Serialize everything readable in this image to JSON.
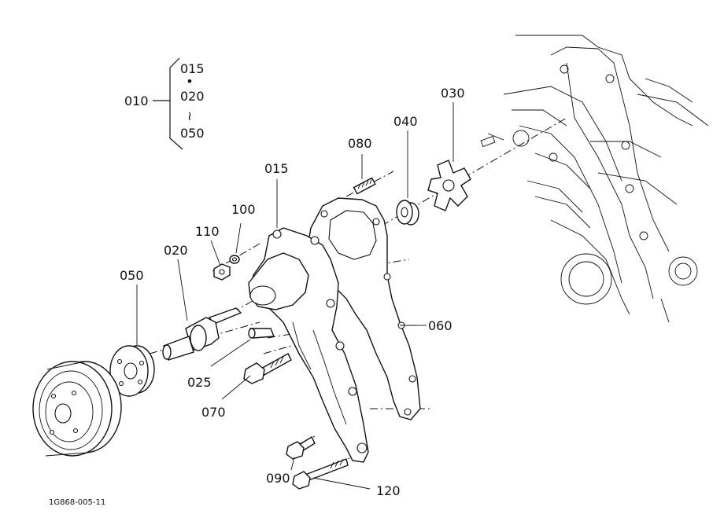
{
  "labels": {
    "assy": "010",
    "range_start": "015",
    "range_mid": "020",
    "range_end": "050",
    "p015": "015",
    "p020": "020",
    "p025": "025",
    "p030": "030",
    "p040": "040",
    "p050": "050",
    "p060": "060",
    "p070": "070",
    "p080": "080",
    "p090": "090",
    "p100": "100",
    "p110": "110",
    "p120": "120"
  },
  "dot_symbol": "•",
  "tilde_symbol": "≀",
  "drawing_id": "1G868-005-11"
}
